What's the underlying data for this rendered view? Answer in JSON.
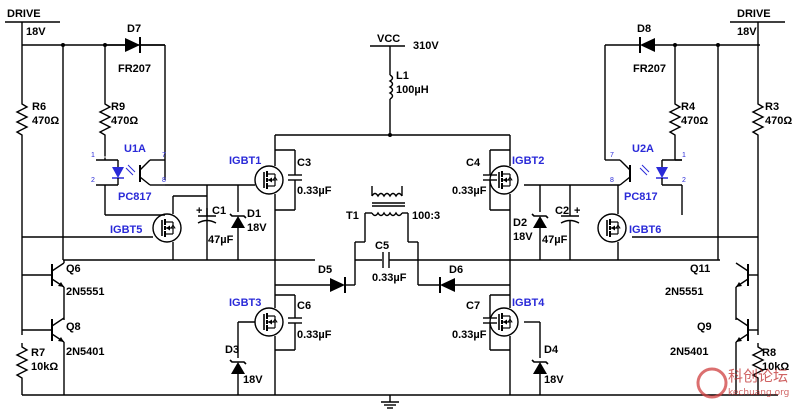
{
  "labels": {
    "drive_left": "DRIVE",
    "drive_left_v": "18V",
    "drive_right": "DRIVE",
    "drive_right_v": "18V",
    "vcc": "VCC",
    "vcc_v": "310V",
    "d7": "D7",
    "d7_part": "FR207",
    "d8": "D8",
    "d8_part": "FR207",
    "l1": "L1",
    "l1_val": "100µH",
    "r6": "R6",
    "r6_val": "470Ω",
    "r9": "R9",
    "r9_val": "470Ω",
    "r4": "R4",
    "r4_val": "470Ω",
    "r3": "R3",
    "r3_val": "470Ω",
    "r7": "R7",
    "r7_val": "10kΩ",
    "r8": "R8",
    "r8_val": "10kΩ",
    "u1a": "U1A",
    "u1_part": "PC817",
    "u2a": "U2A",
    "u2_part": "PC817",
    "u1_pin1": "1",
    "u1_pin2": "2",
    "u1_pin7": "7",
    "u1_pin8": "8",
    "u2_pin1": "1",
    "u2_pin2": "2",
    "u2_pin7": "7",
    "u2_pin8": "8",
    "igbt1": "IGBT1",
    "igbt2": "IGBT2",
    "igbt3": "IGBT3",
    "igbt4": "IGBT4",
    "igbt5": "IGBT5",
    "igbt6": "IGBT6",
    "c1": "C1",
    "c1_val": "47µF",
    "c2": "C2",
    "c2_val": "47µF",
    "c3": "C3",
    "c3_val": "0.33µF",
    "c4": "C4",
    "c4_val": "0.33µF",
    "c5": "C5",
    "c5_val": "0.33µF",
    "c6": "C6",
    "c6_val": "0.33µF",
    "c7": "C7",
    "c7_val": "0.33µF",
    "d1": "D1",
    "d1_val": "18V",
    "d2": "D2",
    "d2_val": "18V",
    "d3": "D3",
    "d3_val": "18V",
    "d4": "D4",
    "d4_val": "18V",
    "d5": "D5",
    "d6": "D6",
    "t1": "T1",
    "t1_ratio": "100:3",
    "q6": "Q6",
    "q6_part": "2N5551",
    "q8": "Q8",
    "q8_part": "2N5401",
    "q11": "Q11",
    "q11_part": "2N5551",
    "q9": "Q9",
    "q9_part": "2N5401",
    "c1_plus": "+",
    "c2_plus": "+"
  },
  "watermark": {
    "text": "kechuang.org",
    "logo_text": "科创论坛"
  }
}
